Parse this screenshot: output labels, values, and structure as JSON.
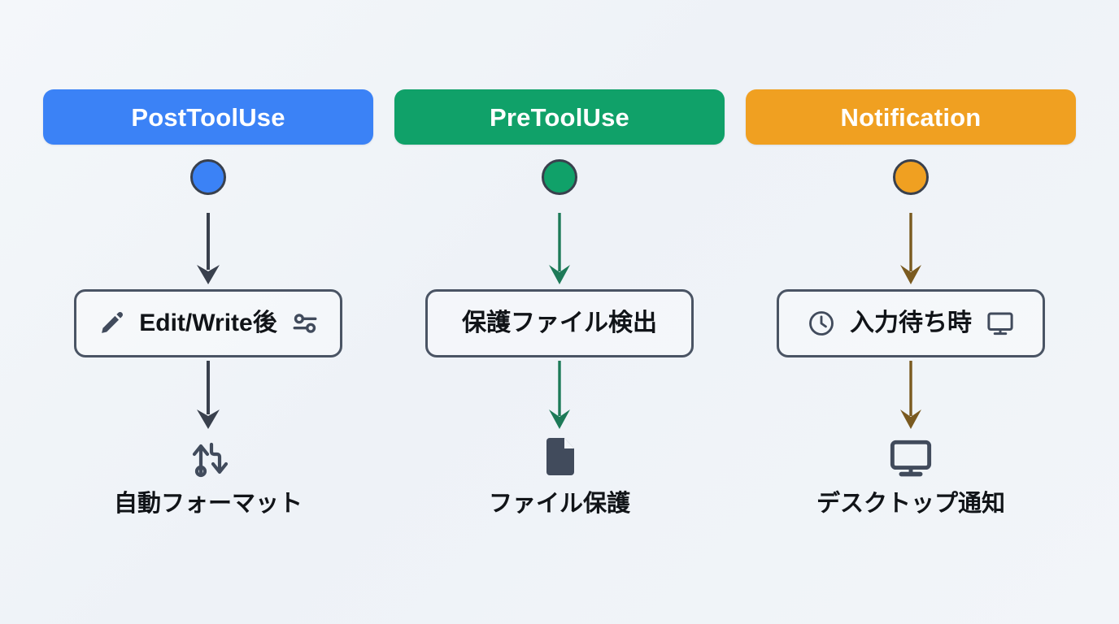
{
  "page": {
    "title": "Claude Code Hooks Flow",
    "background_color": "#f1f4f9"
  },
  "columns": [
    {
      "id": "posttooluse",
      "header_label": "PostToolUse",
      "accent_color": "#3b82f6",
      "arrow_color": "#39404d",
      "dot_color": "#3b82f6",
      "dot_border_color": "#39404d",
      "condition": {
        "label": "Edit/Write後",
        "left_icon": "pencil-icon",
        "right_icon": "sliders-icon"
      },
      "result": {
        "icon": "format-arrows-icon",
        "label": "自動フォーマット"
      }
    },
    {
      "id": "pretooluse",
      "header_label": "PreToolUse",
      "accent_color": "#10a169",
      "arrow_color": "#1d7a58",
      "dot_color": "#10a169",
      "dot_border_color": "#39404d",
      "condition": {
        "label": "保護ファイル検出",
        "left_icon": "none",
        "right_icon": "none"
      },
      "result": {
        "icon": "document-icon",
        "label": "ファイル保護"
      }
    },
    {
      "id": "notification",
      "header_label": "Notification",
      "accent_color": "#f0a021",
      "arrow_color": "#7a5a20",
      "dot_color": "#f0a021",
      "dot_border_color": "#39404d",
      "condition": {
        "label": "入力待ち時",
        "left_icon": "clock-icon",
        "right_icon": "monitor-icon"
      },
      "result": {
        "icon": "monitor-icon",
        "label": "デスクトップ通知"
      }
    }
  ]
}
